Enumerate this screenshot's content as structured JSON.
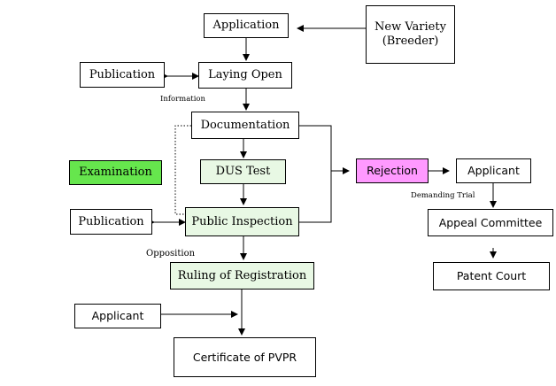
{
  "colors": {
    "green": "#66e64d",
    "light_green": "#e8f8e4",
    "pink": "#ff99ff",
    "line": "#000000"
  },
  "nodes": {
    "application": "Application",
    "new_variety_line1": "New Variety",
    "new_variety_line2": "(Breeder)",
    "publication_top": "Publication",
    "laying_open": "Laying Open",
    "documentation": "Documentation",
    "examination": "Examination",
    "dus_test": "DUS Test",
    "rejection": "Rejection",
    "applicant_right": "Applicant",
    "publication_mid": "Publication",
    "public_inspection": "Public Inspection",
    "appeal_committee": "Appeal Committee",
    "ruling_of_registration": "Ruling of Registration",
    "patent_court": "Patent Court",
    "applicant_bottom": "Applicant",
    "certificate": "Certificate of PVPR"
  },
  "labels": {
    "information": "Information",
    "opposition": "Opposition",
    "demanding_trial": "Demanding Trial"
  }
}
